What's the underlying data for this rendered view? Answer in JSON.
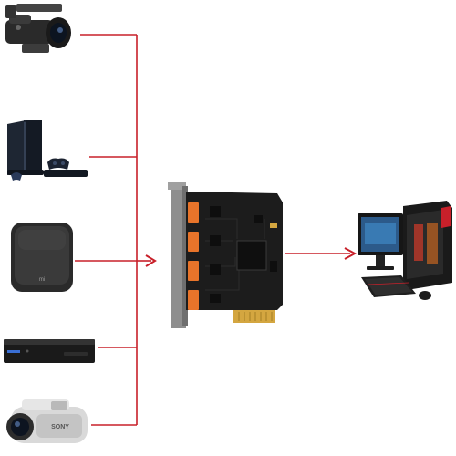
{
  "diagram": {
    "sources": [
      {
        "id": "camcorder",
        "icon": "camcorder-icon"
      },
      {
        "id": "game-console",
        "icon": "game-console-icon"
      },
      {
        "id": "media-box",
        "icon": "media-box-icon",
        "label": "mi"
      },
      {
        "id": "set-top-box",
        "icon": "set-top-box-icon"
      },
      {
        "id": "handycam",
        "icon": "handycam-icon",
        "label": "SONY"
      }
    ],
    "hub": {
      "id": "capture-card",
      "icon": "pcie-capture-card-icon",
      "port_count": 4
    },
    "target": {
      "id": "desktop-pc",
      "icon": "desktop-pc-icon"
    }
  },
  "colors": {
    "connector": "#c8202a",
    "card_pcb": "#1c1c1c",
    "port": "#e8742a",
    "gold": "#d4a640",
    "bracket": "#8e8e8e"
  }
}
